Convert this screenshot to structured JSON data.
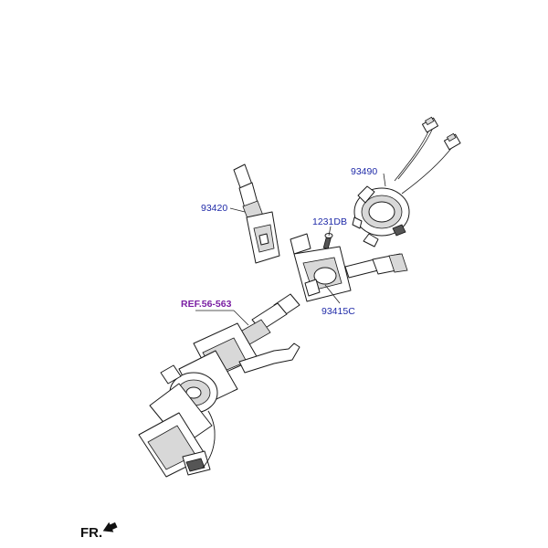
{
  "parts": {
    "p93490": "93490",
    "p93420": "93420",
    "p1231db": "1231DB",
    "p93415c": "93415C",
    "ref": "REF.56-563"
  },
  "orientation": {
    "label": "FR."
  },
  "colors": {
    "part_number": "#1f2aa8",
    "reference": "#7a1fa3",
    "line": "#222222"
  }
}
